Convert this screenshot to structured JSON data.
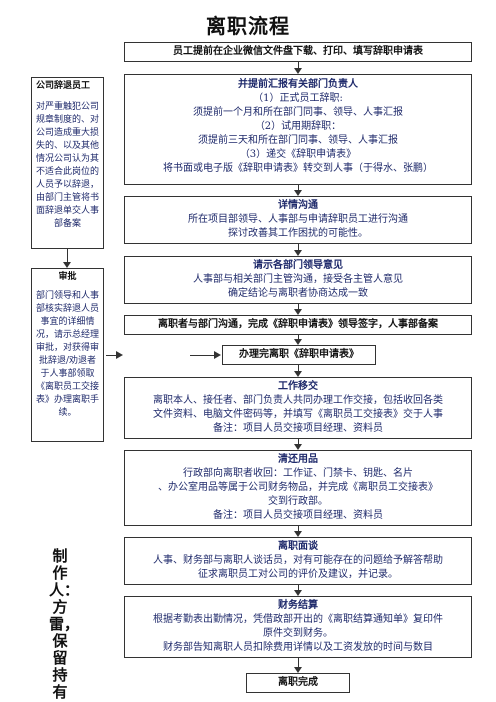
{
  "title": "离职流程",
  "steps": [
    {
      "head": "员工提前在企业微信文件盘下载、打印、填写辞职申请表",
      "lines": []
    },
    {
      "head": "并提前汇报有关部门负责人",
      "lines": [
        "（1）正式员工辞职:",
        "须提前一个月和所在部门同事、领导、人事汇报",
        "（2）试用期辞职：",
        "须提前三天和所在部门同事、领导、人事汇报",
        "（3）递交《辞职申请表》",
        "将书面或电子版《辞职申请表》转交到人事（于得水、张鹏）"
      ]
    },
    {
      "head": "详情沟通",
      "lines": [
        "所在项目部领导、人事部与申请辞职员工进行沟通",
        "探讨改善其工作困扰的可能性。"
      ]
    },
    {
      "head": "请示各部门领导意见",
      "lines": [
        "人事部与相关部门主管沟通，接受各主管人意见",
        "确定结论与离职者协商达成一致"
      ]
    },
    {
      "head": "离职者与部门沟通，完成《辞职申请表》领导签字，人事部备案",
      "lines": []
    },
    {
      "head": "办理完离职《辞职申请表》",
      "lines": []
    },
    {
      "head": "工作移交",
      "lines": [
        "离职本人、接任者、部门负责人共同办理工作交接，包括收回各类",
        "文件资料、电脑文件密码等，并填写《离职员工交接表》交于人事",
        "备注：项目人员交接项目经理、资料员"
      ]
    },
    {
      "head": "清还用品",
      "lines": [
        "行政部向离职者收回：工作证、门禁卡、钥匙、名片",
        "、办公室用品等属于公司财务物品，并完成《离职员工交接表》",
        "交到行政部。",
        "备注：项目人员交接项目经理、资料员"
      ]
    },
    {
      "head": "离职面谈",
      "lines": [
        "人事、财务部与离职人谈话员，对有可能存在的问题给予解答帮助",
        "征求离职员工对公司的评价及建议，并记录。"
      ]
    },
    {
      "head": "财务结算",
      "lines": [
        "根据考勤表出勤情况，凭借政部开出的《离职结算通知单》复印件",
        "原件交到财务。",
        "财务部告知离职人员扣除费用详情以及工资发放的时间与数目"
      ]
    },
    {
      "head": "离职完成",
      "lines": []
    }
  ],
  "side_notes": [
    {
      "title": "公司辞退员工",
      "body": "对严重触犯公司规章制度的、对公司造成重大损失的、以及其他情况公司认为其不适合此岗位的人员予以辞退，由部门主管将书面辞退单交人事部备案"
    },
    {
      "title": "审批",
      "body": "部门领导和人事部核实辞退人员事宜的详细情况，请示总经理审批，对获得审批辞退/劝退者于人事部领取《离职员工交接表》办理离职手续。"
    }
  ],
  "signature": "制作人：方雷，保留持有"
}
